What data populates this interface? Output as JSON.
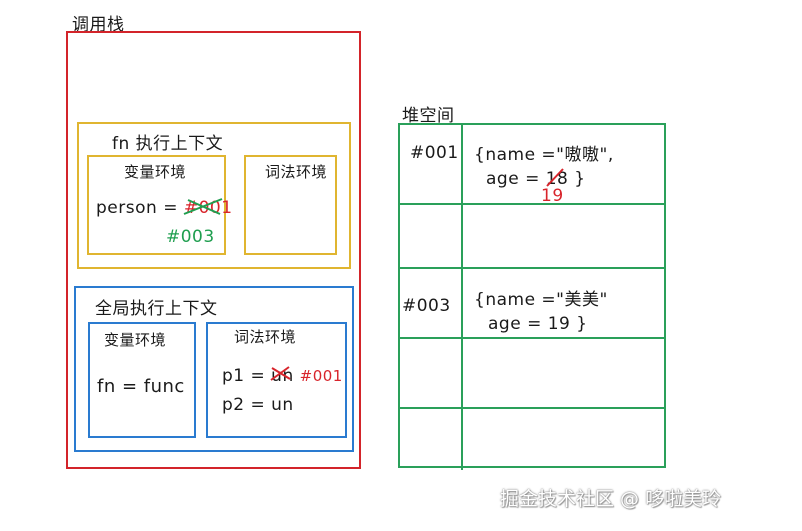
{
  "call_stack": {
    "title": "调用栈",
    "fn_context": {
      "title": "fn 执行上下文",
      "variable_env": {
        "title": "变量环境",
        "var_name": "person",
        "equals": "=",
        "old_value": "#001",
        "new_value": "#003"
      },
      "lexical_env": {
        "title": "词法环境"
      }
    },
    "global_context": {
      "title": "全局执行上下文",
      "variable_env": {
        "title": "变量环境",
        "entry": "fn = func"
      },
      "lexical_env": {
        "title": "词法环境",
        "p1_label": "p1 =",
        "p1_old": "un",
        "p1_new": "#001",
        "p2": "p2 = un"
      }
    }
  },
  "heap": {
    "title": "堆空间",
    "rows": [
      {
        "address": "#001",
        "line1": "{name =\"嗷嗷\",",
        "line2_prefix": "age = ",
        "age_old": "18",
        "age_new": "19",
        "line2_suffix": "}"
      },
      {
        "address": "",
        "line1": "",
        "line2": ""
      },
      {
        "address": "#003",
        "line1": "{name =\"美美\"",
        "line2": "age =  19 }"
      },
      {
        "address": "",
        "line1": "",
        "line2": ""
      },
      {
        "address": "",
        "line1": "",
        "line2": ""
      }
    ]
  },
  "colors": {
    "call_stack": "#d3242a",
    "fn_context": "#e0b530",
    "global_context": "#2a7bd0",
    "heap": "#2aa05a",
    "annotation_red": "#d8242b",
    "annotation_green": "#1f9e4f"
  },
  "watermark": "掘金技术社区 @ 哆啦美玲"
}
